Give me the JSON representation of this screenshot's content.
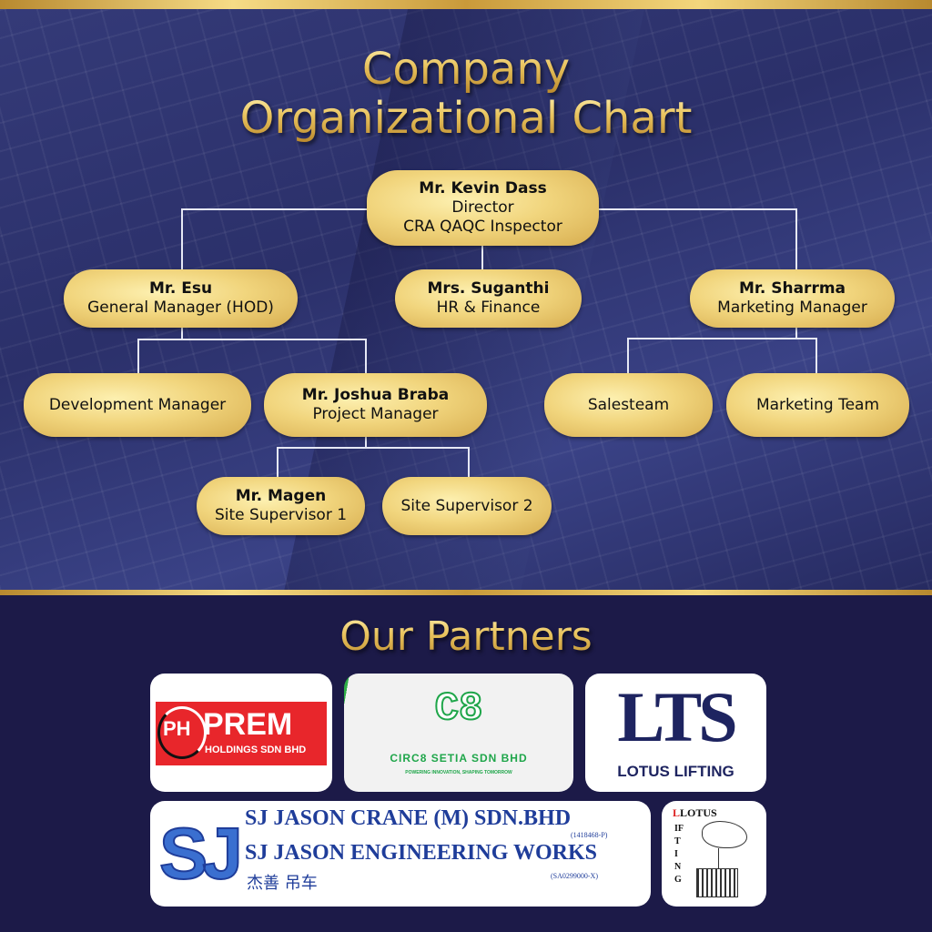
{
  "title": {
    "line1": "Company",
    "line2": "Organizational Chart"
  },
  "org": {
    "director": {
      "name": "Mr. Kevin Dass",
      "role": "Director",
      "role2": "CRA QAQC Inspector"
    },
    "gm": {
      "name": "Mr. Esu",
      "role": "General Manager (HOD)"
    },
    "hr": {
      "name": "Mrs. Suganthi",
      "role": "HR & Finance"
    },
    "marketing": {
      "name": "Mr. Sharrma",
      "role": "Marketing Manager"
    },
    "dev": {
      "role": "Development Manager"
    },
    "pm": {
      "name": "Mr. Joshua Braba",
      "role": "Project Manager"
    },
    "sales": {
      "role": "Salesteam"
    },
    "mteam": {
      "role": "Marketing Team"
    },
    "ss1": {
      "name": "Mr. Magen",
      "role": "Site Supervisor 1"
    },
    "ss2": {
      "role": "Site Supervisor 2"
    }
  },
  "partners": {
    "title": "Our Partners",
    "prem": {
      "mark": "PH",
      "name": "PREM",
      "sub": "HOLDINGS SDN BHD"
    },
    "circ8": {
      "mark": "C8",
      "name": "CIRC8 SETIA SDN BHD",
      "tagline": "POWERING INNOVATION, SHAPING TOMORROW"
    },
    "lts": {
      "mark": "LTS",
      "name": "LOTUS LIFTING"
    },
    "sj": {
      "mark": "SJ",
      "line1": "SJ JASON CRANE (M) SDN.BHD",
      "reg1": "(1418468-P)",
      "line2": "SJ JASON ENGINEERING WORKS",
      "chinese": "杰善 吊车",
      "reg2": "(SA0299000-X)"
    },
    "lotus2": {
      "top": "LOTUS",
      "vertical": "IFTING",
      "first": "L"
    }
  },
  "colors": {
    "gold": "#e8c25c",
    "navy": "#2b306a",
    "prem_red": "#e8262b",
    "circ8_green": "#1fa64a",
    "lts_purple": "#7b2f8e",
    "lts_navy": "#1e2460",
    "sj_blue": "#1f3d9a"
  }
}
